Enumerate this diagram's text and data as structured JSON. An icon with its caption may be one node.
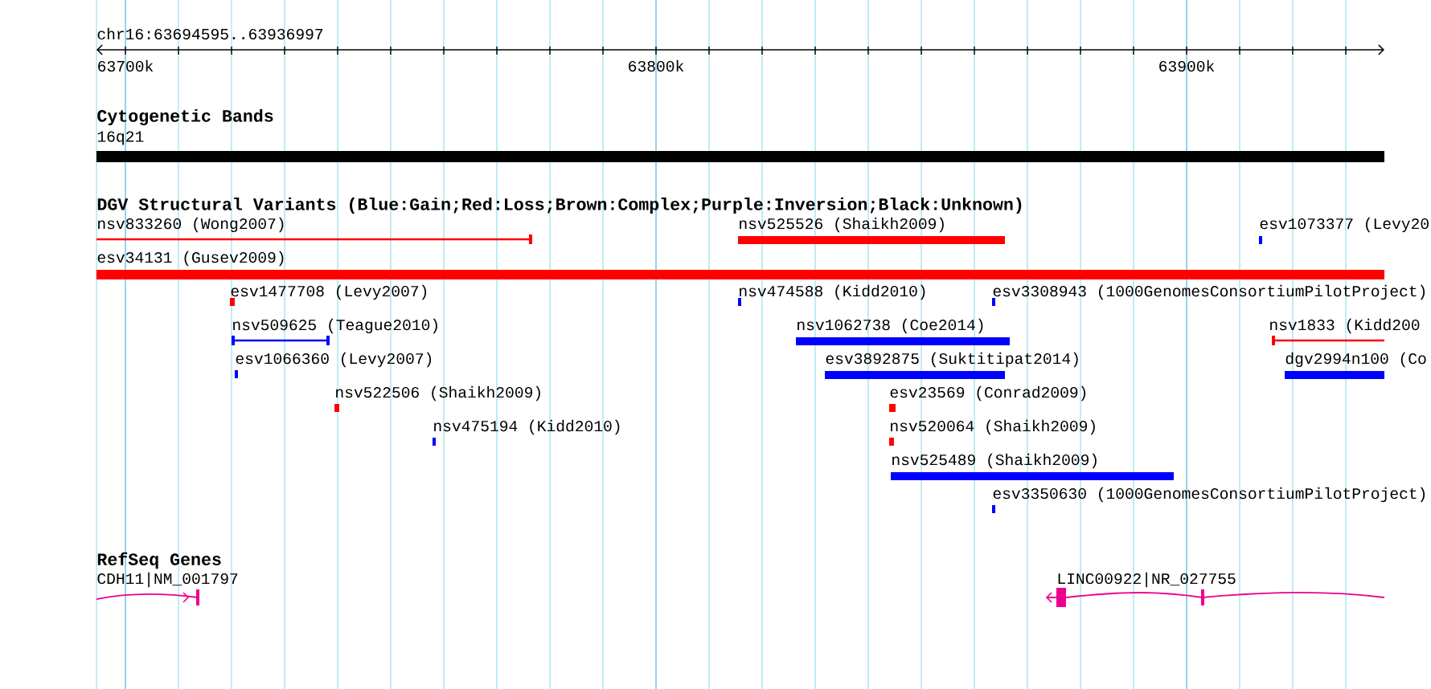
{
  "diagram": {
    "nodes": [
      {
        "text": [
          "16q21"
        ]
      },
      {
        "text": [
          "nsv833260 (Wong2007)"
        ]
      },
      {
        "text": [
          "nsv525526 (Shaikh2009)"
        ]
      },
      {
        "text": [
          "esv1073377 (Levy20"
        ]
      },
      {
        "text": [
          "esv34131 (Gusev2009)"
        ]
      },
      {
        "text": [
          "esv1477708 (Levy2007)"
        ]
      },
      {
        "text": [
          "nsv474588 (Kidd2010)"
        ]
      },
      {
        "text": [
          "esv3308943 (1000GenomesConsortiumPilotProject)"
        ]
      },
      {
        "text": [
          "nsv509625 (Teague2010)"
        ]
      },
      {
        "text": [
          "nsv1062738 (Coe2014)"
        ]
      },
      {
        "text": [
          "nsv1833 (Kidd200"
        ]
      },
      {
        "text": [
          "esv1066360 (Levy2007)"
        ]
      },
      {
        "text": [
          "esv3892875 (Suktitipat2014)"
        ]
      },
      {
        "text": [
          "dgv2994n100 (Co"
        ]
      },
      {
        "text": [
          "nsv522506 (Shaikh2009)"
        ]
      },
      {
        "text": [
          "esv23569 (Conrad2009)"
        ]
      },
      {
        "text": [
          "nsv475194 (Kidd2010)"
        ]
      },
      {
        "text": [
          "nsv520064 (Shaikh2009)"
        ]
      },
      {
        "text": [
          "nsv525489 (Shaikh2009)"
        ]
      },
      {
        "text": [
          "esv3350630 (1000GenomesConsortiumPilotProject)"
        ]
      },
      {
        "text": [
          "CDH11|NM_001797"
        ]
      },
      {
        "text": [
          "LINC00922|NR_027755"
        ]
      }
    ],
    "labels": [
      "chr16:63694595..63936997",
      "63700k",
      "63800k",
      "63900k",
      "Cytogenetic Bands",
      "DGV Structural Variants (Blue:Gain;Red:Loss;Brown:Complex;Purple:Inversion;Black:Unknown)",
      "RefSeq Genes"
    ]
  }
}
